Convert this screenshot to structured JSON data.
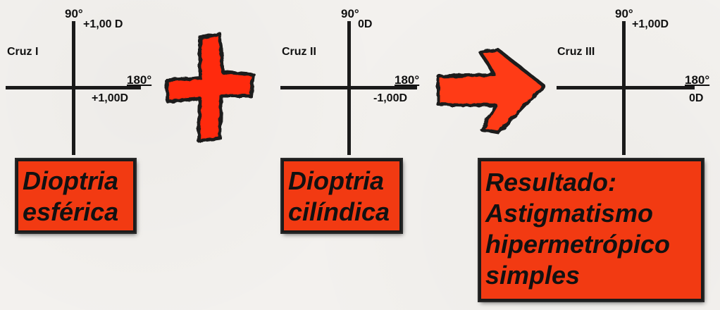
{
  "crosses": [
    {
      "name": "Cruz I",
      "vertical_angle": "90°",
      "vertical_power": "+1,00 D",
      "horizontal_angle": "180°",
      "horizontal_power": "+1,00D"
    },
    {
      "name": "Cruz II",
      "vertical_angle": "90°",
      "vertical_power": "0D",
      "horizontal_angle": "180°",
      "horizontal_power": "-1,00D"
    },
    {
      "name": "Cruz III",
      "vertical_angle": "90°",
      "vertical_power": "+1,00D",
      "horizontal_angle": "180°",
      "horizontal_power": "0D"
    }
  ],
  "boxes": {
    "spherical": [
      "Dioptria",
      "esférica"
    ],
    "cylindrical": [
      "Dioptria",
      "cilíndica"
    ],
    "result": [
      "Resultado:",
      "Astigmatismo",
      "hipermetrópico",
      "simples"
    ]
  },
  "colors": {
    "box_fill": "#f23a12",
    "plus_fill": "#ff2a0a",
    "arrow_fill": "#ff3a14",
    "axis": "#1a1a1a"
  },
  "icons": [
    "plus-icon",
    "arrow-right-icon"
  ]
}
